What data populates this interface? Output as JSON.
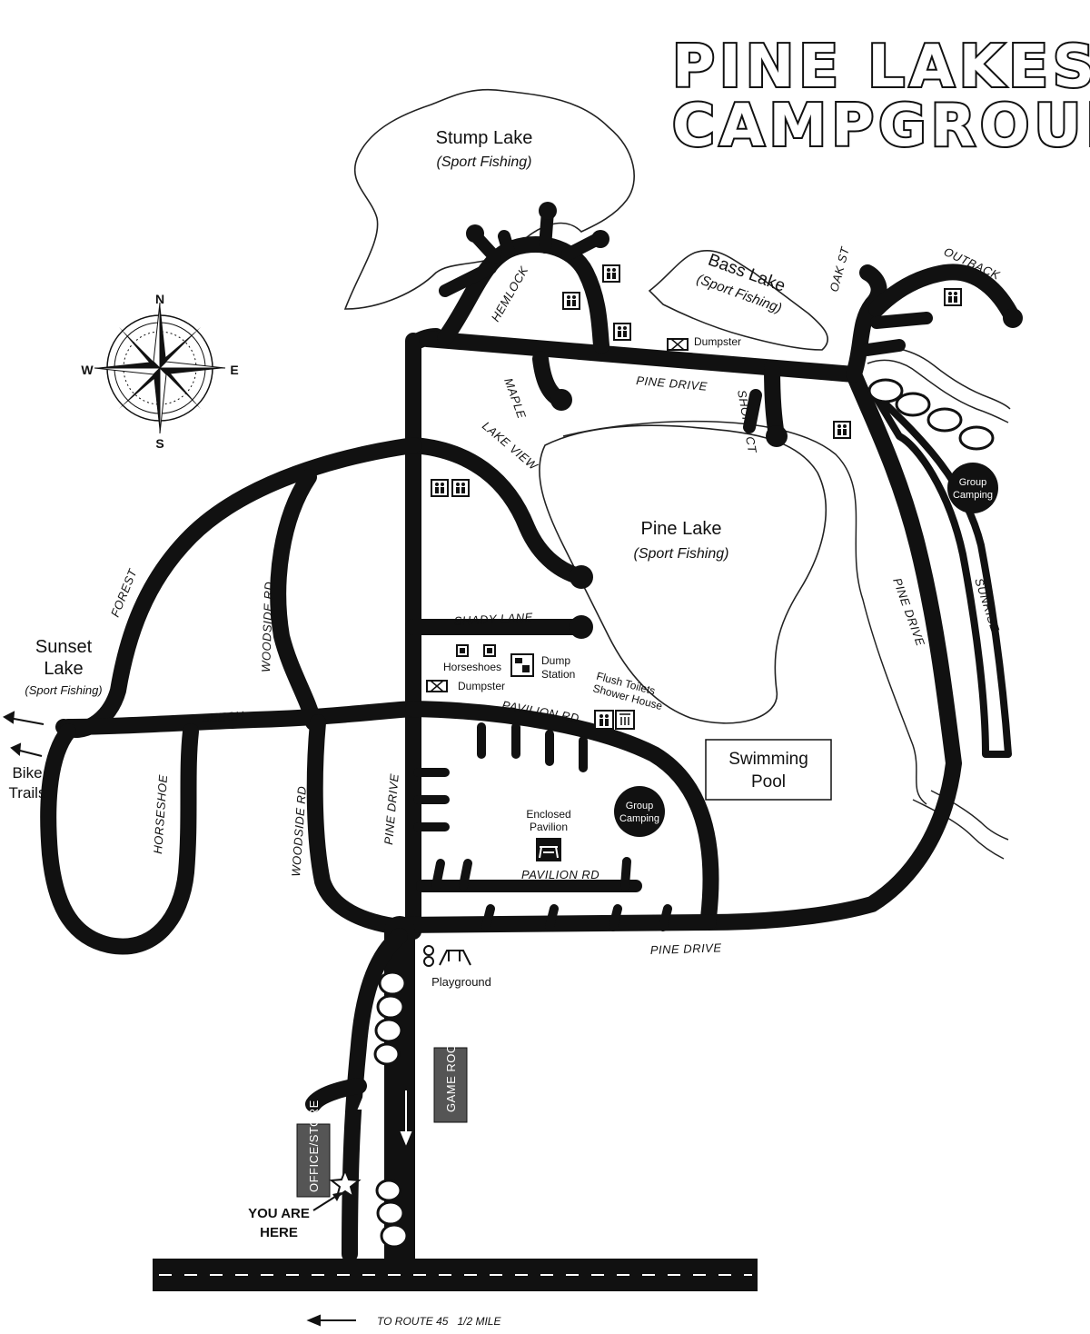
{
  "title": {
    "line1": "PINE LAKES",
    "line2": "CAMPGROUND"
  },
  "compass": {
    "n": "N",
    "s": "S",
    "e": "E",
    "w": "W"
  },
  "lakes": {
    "stump": {
      "name": "Stump Lake",
      "note": "(Sport Fishing)"
    },
    "bass": {
      "name": "Bass Lake",
      "note": "(Sport Fishing)"
    },
    "pine": {
      "name": "Pine Lake",
      "note": "(Sport Fishing)"
    },
    "sunset": {
      "name_line1": "Sunset",
      "name_line2": "Lake",
      "note": "(Sport Fishing)"
    }
  },
  "streets": {
    "hemlock": "HEMLOCK",
    "maple": "MAPLE",
    "pine_drive_top": "PINE DRIVE",
    "short_ct": "SHORT CT",
    "oak_st": "OAK ST",
    "outback": "OUTBACK",
    "lake_view": "LAKE VIEW",
    "shady_lane": "SHADY LANE",
    "forest": "FOREST",
    "woodside_rd_upper": "WOODSIDE RD",
    "woodside_rd_lower": "WOODSIDE RD",
    "beech": "BEECH",
    "horseshoe": "HORSESHOE",
    "pine_drive_west": "PINE DRIVE",
    "pavilion_rd_upper": "PAVILION RD",
    "pavilion_rd_lower": "PAVILION RD",
    "pine_drive_south": "PINE DRIVE",
    "pine_drive_east": "PINE DRIVE",
    "sunrise": "SUNRISE"
  },
  "amenities": {
    "dumpster_north": "Dumpster",
    "dumpster_west": "Dumpster",
    "horseshoes": "Horseshoes",
    "dump_station_line1": "Dump",
    "dump_station_line2": "Station",
    "flush_toilets": "Flush Toilets",
    "shower_house": "Shower House",
    "swimming_pool_line1": "Swimming",
    "swimming_pool_line2": "Pool",
    "group_camping_east_line1": "Group",
    "group_camping_east_line2": "Camping",
    "group_camping_center_line1": "Group",
    "group_camping_center_line2": "Camping",
    "enclosed_pavilion_line1": "Enclosed",
    "enclosed_pavilion_line2": "Pavilion",
    "playground": "Playground",
    "game_room": "GAME ROOM",
    "office_store": "OFFICE/STORE"
  },
  "you_are_here_line1": "YOU ARE",
  "you_are_here_line2": "HERE",
  "bike_trails_line1": "Bike",
  "bike_trails_line2": "Trails",
  "to_route": "TO ROUTE 45   1/2 MILE",
  "icons": {
    "compass": "compass-rose-icon",
    "restroom": "restroom-icon",
    "dumpster": "dumpster-icon",
    "star": "star-icon"
  }
}
